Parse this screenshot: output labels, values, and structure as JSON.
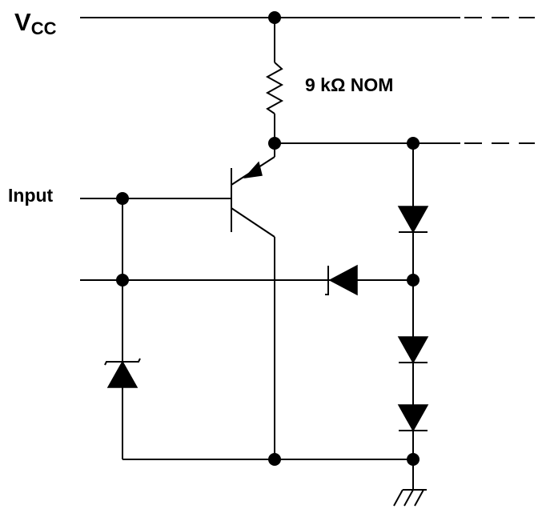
{
  "diagram": {
    "labels": {
      "supply_main": "V",
      "supply_sub": "CC",
      "input": "Input",
      "resistor_value": "9 kΩ NOM"
    }
  }
}
